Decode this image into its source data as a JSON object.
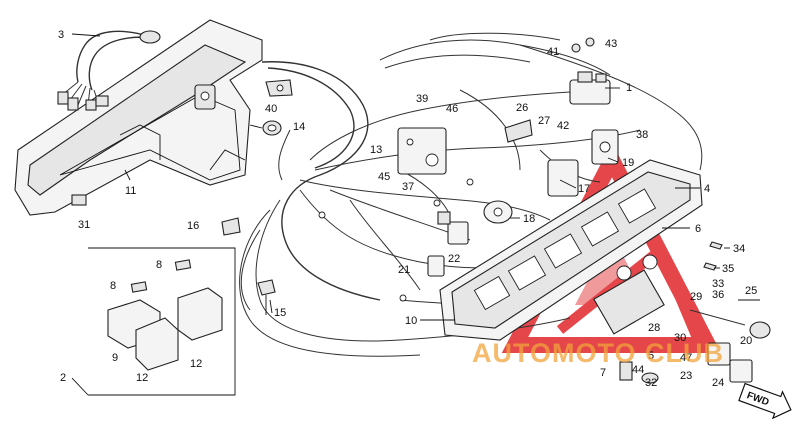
{
  "diagram": {
    "callouts": [
      {
        "id": "c1",
        "label": "1"
      },
      {
        "id": "c2",
        "label": "2"
      },
      {
        "id": "c3",
        "label": "3"
      },
      {
        "id": "c4",
        "label": "4"
      },
      {
        "id": "c5",
        "label": "5"
      },
      {
        "id": "c6",
        "label": "6"
      },
      {
        "id": "c7",
        "label": "7"
      },
      {
        "id": "c8a",
        "label": "8"
      },
      {
        "id": "c8b",
        "label": "8"
      },
      {
        "id": "c9",
        "label": "9"
      },
      {
        "id": "c10",
        "label": "10"
      },
      {
        "id": "c11",
        "label": "11"
      },
      {
        "id": "c12a",
        "label": "12"
      },
      {
        "id": "c12b",
        "label": "12"
      },
      {
        "id": "c13",
        "label": "13"
      },
      {
        "id": "c14",
        "label": "14"
      },
      {
        "id": "c15",
        "label": "15"
      },
      {
        "id": "c16",
        "label": "16"
      },
      {
        "id": "c17",
        "label": "17"
      },
      {
        "id": "c18",
        "label": "18"
      },
      {
        "id": "c19",
        "label": "19"
      },
      {
        "id": "c20",
        "label": "20"
      },
      {
        "id": "c21",
        "label": "21"
      },
      {
        "id": "c22",
        "label": "22"
      },
      {
        "id": "c23",
        "label": "23"
      },
      {
        "id": "c24",
        "label": "24"
      },
      {
        "id": "c25",
        "label": "25"
      },
      {
        "id": "c26",
        "label": "26"
      },
      {
        "id": "c27",
        "label": "27"
      },
      {
        "id": "c28",
        "label": "28"
      },
      {
        "id": "c29",
        "label": "29"
      },
      {
        "id": "c30",
        "label": "30"
      },
      {
        "id": "c31",
        "label": "31"
      },
      {
        "id": "c32",
        "label": "32"
      },
      {
        "id": "c33",
        "label": "33"
      },
      {
        "id": "c34",
        "label": "34"
      },
      {
        "id": "c35",
        "label": "35"
      },
      {
        "id": "c36",
        "label": "36"
      },
      {
        "id": "c37",
        "label": "37"
      },
      {
        "id": "c38",
        "label": "38"
      },
      {
        "id": "c39",
        "label": "39"
      },
      {
        "id": "c40",
        "label": "40"
      },
      {
        "id": "c41",
        "label": "41"
      },
      {
        "id": "c42",
        "label": "42"
      },
      {
        "id": "c43",
        "label": "43"
      },
      {
        "id": "c44",
        "label": "44"
      },
      {
        "id": "c45",
        "label": "45"
      },
      {
        "id": "c46",
        "label": "46"
      },
      {
        "id": "c47",
        "label": "47"
      }
    ],
    "direction_label": "FWD",
    "watermark": "AUTOMOTO CLUB",
    "colors": {
      "ink": "#111111",
      "watermark_red": "#e0262b",
      "watermark_orange": "#f2a33a"
    }
  }
}
